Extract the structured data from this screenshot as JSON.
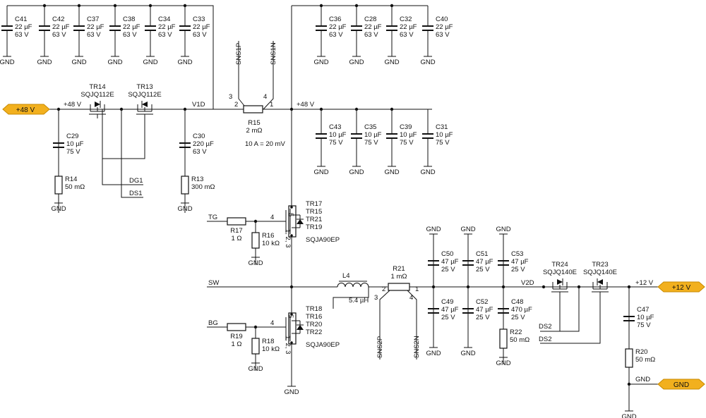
{
  "ports": {
    "in48": "+48 V",
    "out12": "+12 V",
    "gnd": "GND"
  },
  "nets": {
    "p48_left": "+48 V",
    "p48_right": "+48 V",
    "v1d": "V1D",
    "v2d": "V2D",
    "p12": "+12 V",
    "gnd_net": "GND",
    "dg1": "DG1",
    "ds1": "DS1",
    "tg": "TG",
    "bg": "BG",
    "sw": "SW",
    "ds2a": "DS2",
    "ds2b": "DS2",
    "sns1p": "SNS1P",
    "sns1n": "SNS1N",
    "sns2p": "SNS2P",
    "sns2n": "SNS2N",
    "gnd": "GND"
  },
  "pins": {
    "r15_2": "2",
    "r15_1": "1",
    "r15_3": "3",
    "r15_4": "4",
    "r21_2": "2",
    "r21_1": "1",
    "r21_3": "3",
    "r21_4": "4",
    "q1_5": "5",
    "q1_4": "4",
    "q1_123": "1, 2, 3",
    "q2_5": "5",
    "q2_4": "4",
    "q2_123": "1, 2, 3"
  },
  "notes": {
    "shunt": "10 A = 20 mV"
  },
  "caps": [
    {
      "id": "c41",
      "name": "C41",
      "val": "22 µF",
      "volt": "63 V"
    },
    {
      "id": "c42",
      "name": "C42",
      "val": "22 µF",
      "volt": "63 V"
    },
    {
      "id": "c37",
      "name": "C37",
      "val": "22 µF",
      "volt": "63 V"
    },
    {
      "id": "c38",
      "name": "C38",
      "val": "22 µF",
      "volt": "63 V"
    },
    {
      "id": "c34",
      "name": "C34",
      "val": "22 µF",
      "volt": "63 V"
    },
    {
      "id": "c33",
      "name": "C33",
      "val": "22 µF",
      "volt": "63 V"
    },
    {
      "id": "c36",
      "name": "C36",
      "val": "22 µF",
      "volt": "63 V"
    },
    {
      "id": "c28",
      "name": "C28",
      "val": "22 µF",
      "volt": "63 V"
    },
    {
      "id": "c32",
      "name": "C32",
      "val": "22 µF",
      "volt": "63 V"
    },
    {
      "id": "c40",
      "name": "C40",
      "val": "22 µF",
      "volt": "63 V"
    },
    {
      "id": "c43",
      "name": "C43",
      "val": "10 µF",
      "volt": "75 V"
    },
    {
      "id": "c35",
      "name": "C35",
      "val": "10 µF",
      "volt": "75 V"
    },
    {
      "id": "c39",
      "name": "C39",
      "val": "10 µF",
      "volt": "75 V"
    },
    {
      "id": "c31",
      "name": "C31",
      "val": "10 µF",
      "volt": "75 V"
    },
    {
      "id": "c29",
      "name": "C29",
      "val": "10 µF",
      "volt": "75 V"
    },
    {
      "id": "c30",
      "name": "C30",
      "val": "220 µF",
      "volt": "63 V"
    },
    {
      "id": "c50",
      "name": "C50",
      "val": "47 µF",
      "volt": "25 V"
    },
    {
      "id": "c51",
      "name": "C51",
      "val": "47 µF",
      "volt": "25 V"
    },
    {
      "id": "c53",
      "name": "C53",
      "val": "47 µF",
      "volt": "25 V"
    },
    {
      "id": "c49",
      "name": "C49",
      "val": "47 µF",
      "volt": "25 V"
    },
    {
      "id": "c52",
      "name": "C52",
      "val": "47 µF",
      "volt": "25 V"
    },
    {
      "id": "c48",
      "name": "C48",
      "val": "470 µF",
      "volt": "25 V"
    },
    {
      "id": "c47",
      "name": "C47",
      "val": "10 µF",
      "volt": "75 V"
    }
  ],
  "resistors": [
    {
      "id": "r14",
      "name": "R14",
      "val": "50 mΩ"
    },
    {
      "id": "r13",
      "name": "R13",
      "val": "300 mΩ"
    },
    {
      "id": "r15",
      "name": "R15",
      "val": "2 mΩ"
    },
    {
      "id": "r17",
      "name": "R17",
      "val": "1 Ω"
    },
    {
      "id": "r16",
      "name": "R16",
      "val": "10 kΩ"
    },
    {
      "id": "r19",
      "name": "R19",
      "val": "1 Ω"
    },
    {
      "id": "r18",
      "name": "R18",
      "val": "10 kΩ"
    },
    {
      "id": "r21",
      "name": "R21",
      "val": "1 mΩ"
    },
    {
      "id": "r22",
      "name": "R22",
      "val": "50 mΩ"
    },
    {
      "id": "r20",
      "name": "R20",
      "val": "50 mΩ"
    }
  ],
  "inductor": {
    "name": "L4",
    "val": "5.4 µH"
  },
  "transistors": [
    {
      "id": "tr14",
      "name": "TR14",
      "part": "SQJQ112E"
    },
    {
      "id": "tr13",
      "name": "TR13",
      "part": "SQJQ112E"
    },
    {
      "id": "tr24",
      "name": "TR24",
      "part": "SQJQ140E"
    },
    {
      "id": "tr23",
      "name": "TR23",
      "part": "SQJQ140E"
    }
  ],
  "hs_fets": {
    "names": [
      "TR17",
      "TR15",
      "TR21",
      "TR19"
    ],
    "part": "SQJA90EP"
  },
  "ls_fets": {
    "names": [
      "TR18",
      "TR16",
      "TR20",
      "TR22"
    ],
    "part": "SQJA90EP"
  }
}
